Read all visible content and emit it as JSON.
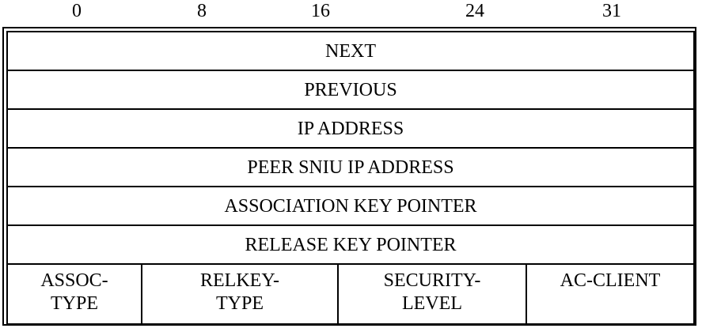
{
  "bit_positions": [
    "0",
    "8",
    "16",
    "24",
    "31"
  ],
  "rows": [
    "NEXT",
    "PREVIOUS",
    "IP ADDRESS",
    "PEER SNIU IP ADDRESS",
    "ASSOCIATION KEY POINTER",
    "RELEASE KEY POINTER"
  ],
  "bottom_fields": [
    {
      "line1": "ASSOC-",
      "line2": "TYPE"
    },
    {
      "line1": "RELKEY-",
      "line2": "TYPE"
    },
    {
      "line1": "SECURITY-",
      "line2": "LEVEL"
    },
    {
      "line1": "AC-CLIENT",
      "line2": ""
    }
  ]
}
